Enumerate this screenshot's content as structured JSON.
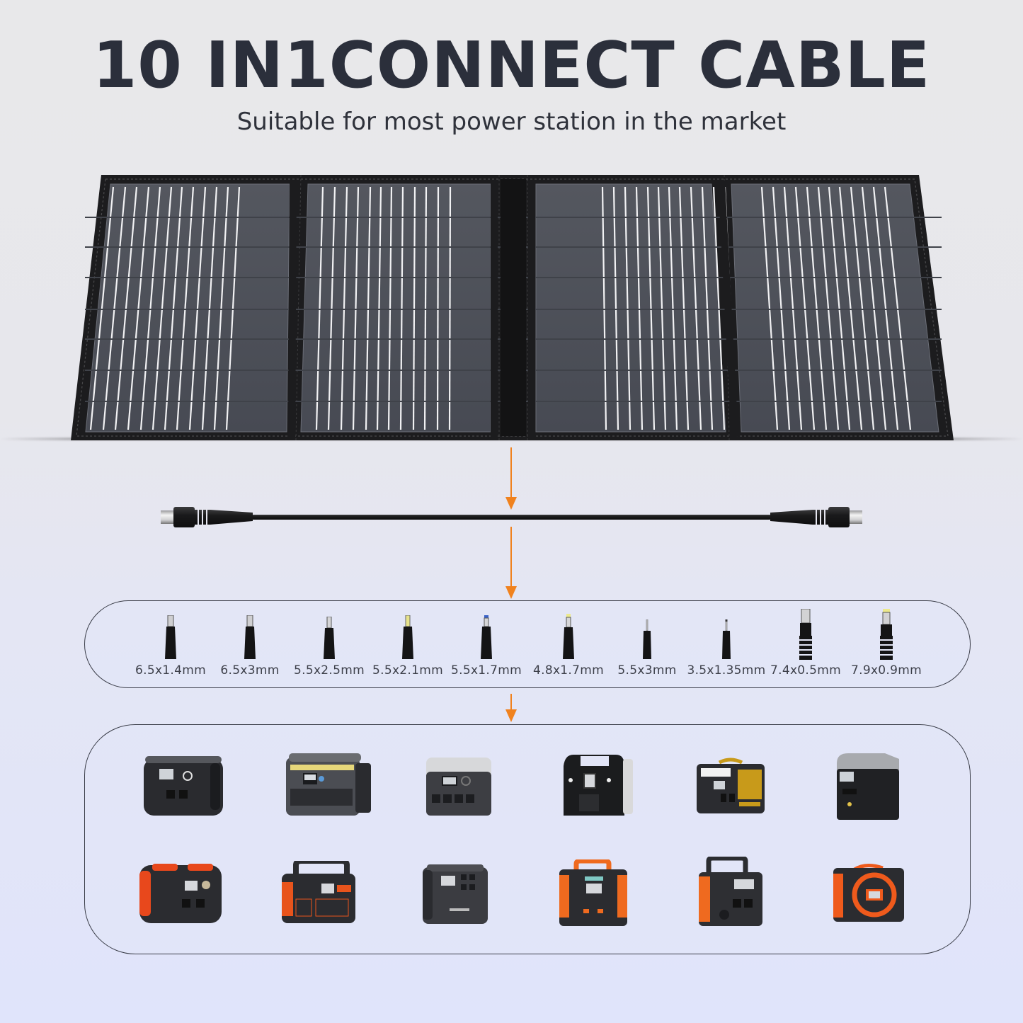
{
  "header": {
    "title": "10 IN1CONNECT CABLE",
    "subtitle": "Suitable for most power station in the market"
  },
  "solar_panel": {
    "icon": "solar-panel-icon",
    "folds": 4,
    "colors": {
      "frame": "#1b1b1d",
      "cell": "#4a4d57",
      "busbar": "#f4f4f6"
    }
  },
  "cable": {
    "icon": "dc-cable-icon",
    "connector": "DC male-to-male"
  },
  "arrows": {
    "color": "#f0821e",
    "count": 3
  },
  "connector_tips": {
    "items": [
      {
        "label": "6.5x1.4mm",
        "tip_color": "#d8d8d8"
      },
      {
        "label": "6.5x3mm",
        "tip_color": "#d8d8d8"
      },
      {
        "label": "5.5x2.5mm",
        "tip_color": "#d8d8d8"
      },
      {
        "label": "5.5x2.1mm",
        "tip_color": "#e7e38a"
      },
      {
        "label": "5.5x1.7mm",
        "tip_color": "#3a62c8"
      },
      {
        "label": "4.8x1.7mm",
        "tip_color": "#ece98c"
      },
      {
        "label": "5.5x3mm",
        "tip_color": "#d8d8d8"
      },
      {
        "label": "3.5x1.35mm",
        "tip_color": "#d8d8d8"
      },
      {
        "label": "7.4x0.5mm",
        "tip_color": "#d8d8d8"
      },
      {
        "label": "7.9x0.9mm",
        "tip_color": "#ece98c"
      }
    ]
  },
  "power_stations": {
    "rows": [
      [
        {
          "name": "power-station-1",
          "accent": "#3a3c42"
        },
        {
          "name": "power-station-2",
          "accent": "#e6d77a"
        },
        {
          "name": "power-station-3",
          "accent": "#cfd0d2"
        },
        {
          "name": "power-station-4",
          "accent": "#d9d9da"
        },
        {
          "name": "power-station-5",
          "accent": "#c89a1a"
        },
        {
          "name": "power-station-6",
          "accent": "#9a9ca0"
        }
      ],
      [
        {
          "name": "power-station-7",
          "accent": "#e8481c"
        },
        {
          "name": "power-station-8",
          "accent": "#e8541c"
        },
        {
          "name": "power-station-9",
          "accent": "#4a4b50"
        },
        {
          "name": "power-station-10",
          "accent": "#ef6a1f"
        },
        {
          "name": "power-station-11",
          "accent": "#ef6a1f"
        },
        {
          "name": "power-station-12",
          "accent": "#ef5a1c"
        }
      ]
    ]
  }
}
